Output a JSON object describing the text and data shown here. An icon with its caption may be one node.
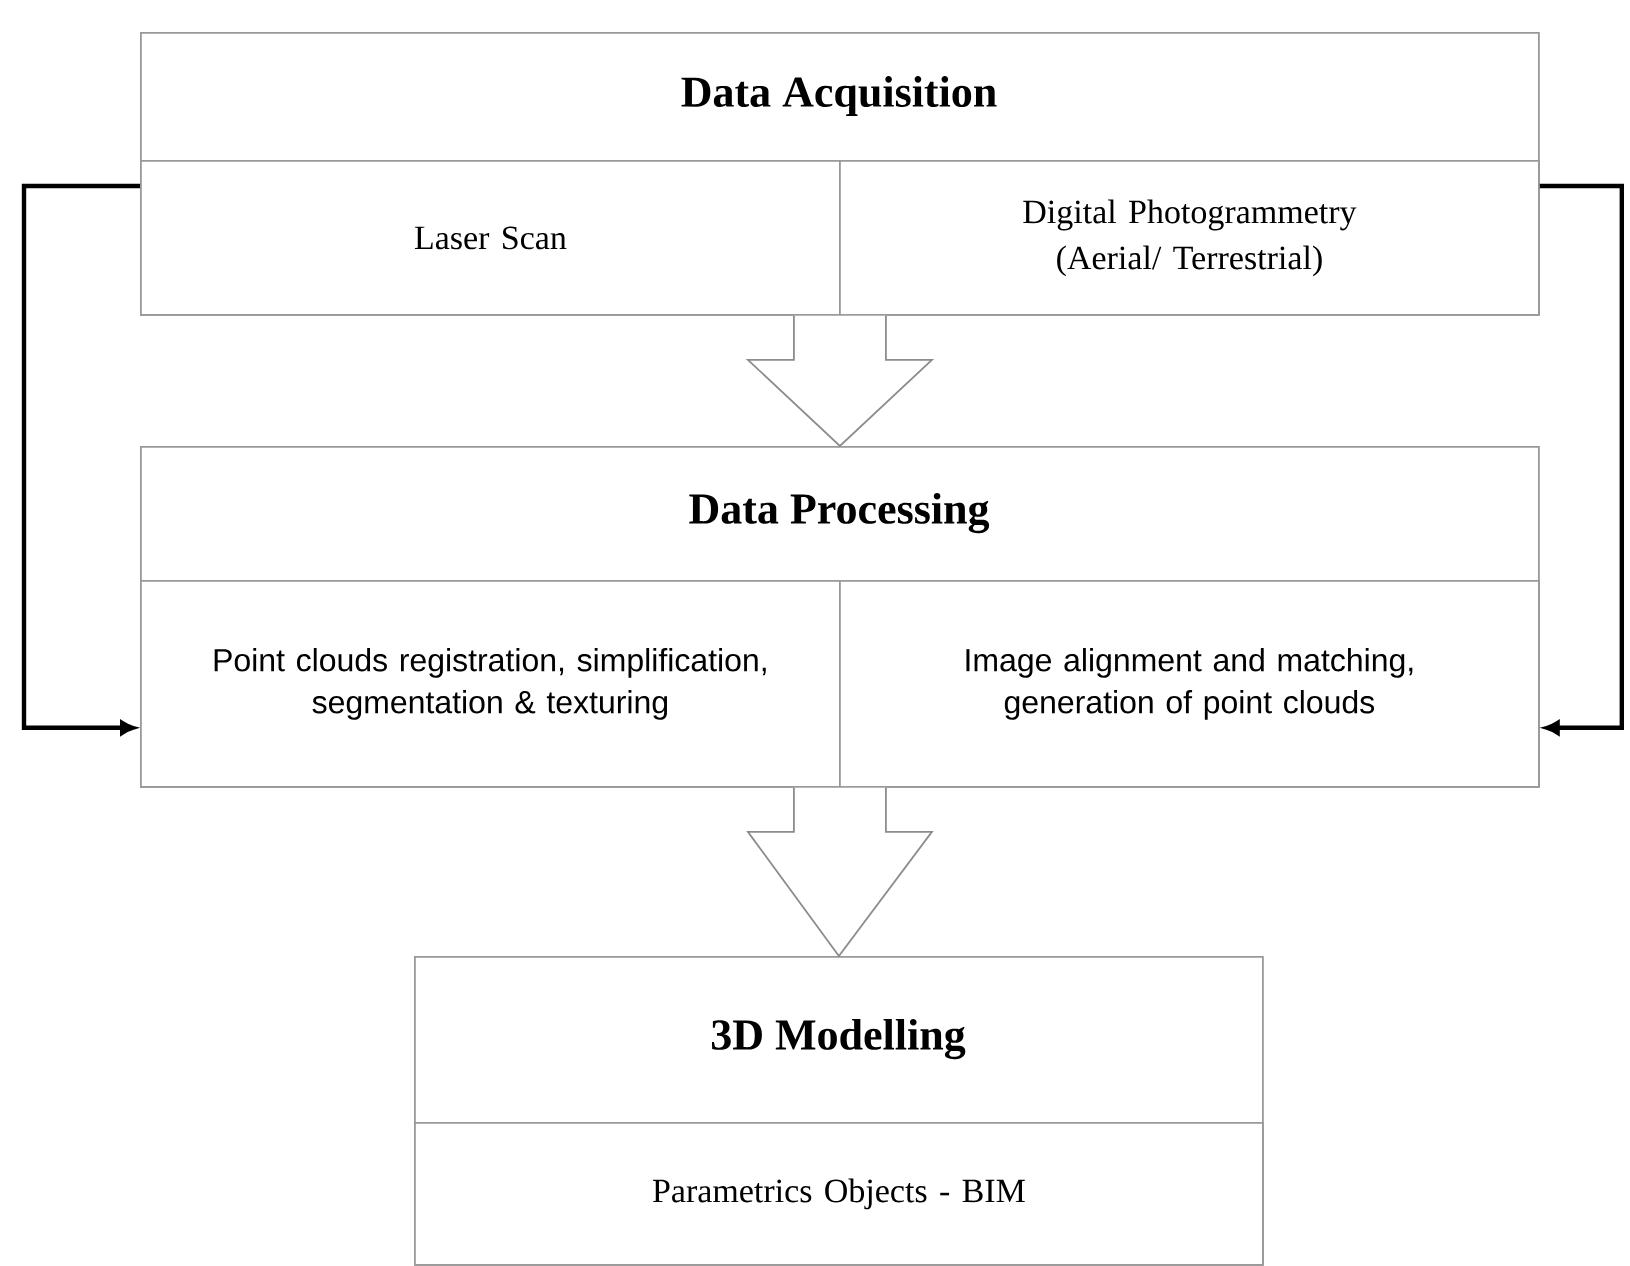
{
  "diagram": {
    "nodes": [
      {
        "text": [
          "Data Acquisition"
        ]
      },
      {
        "text": [
          "Laser Scan"
        ],
        "in": 0
      },
      {
        "text": [
          "Digital Photogrammetry (Aerial/ Terrestrial)"
        ],
        "in": 0
      },
      {
        "text": [
          "Data Processing"
        ]
      },
      {
        "text": [
          "Point clouds registration, simplification, segmentation & texturing"
        ],
        "in": 3
      },
      {
        "text": [
          "Image alignment and matching, generation of point clouds"
        ],
        "in": 3
      },
      {
        "text": [
          "3D Modelling"
        ]
      },
      {
        "text": [
          "Parametrics Objects - BIM"
        ],
        "in": 6
      }
    ],
    "edges": [
      {
        "from": 0,
        "to": 3,
        "arrow": "to",
        "color": "#8c8c8c"
      },
      {
        "from": 3,
        "to": 6,
        "arrow": "to",
        "color": "#8c8c8c"
      },
      {
        "from": 1,
        "to": 4,
        "arrow": "to"
      },
      {
        "from": 2,
        "to": 5,
        "arrow": "to"
      }
    ]
  }
}
